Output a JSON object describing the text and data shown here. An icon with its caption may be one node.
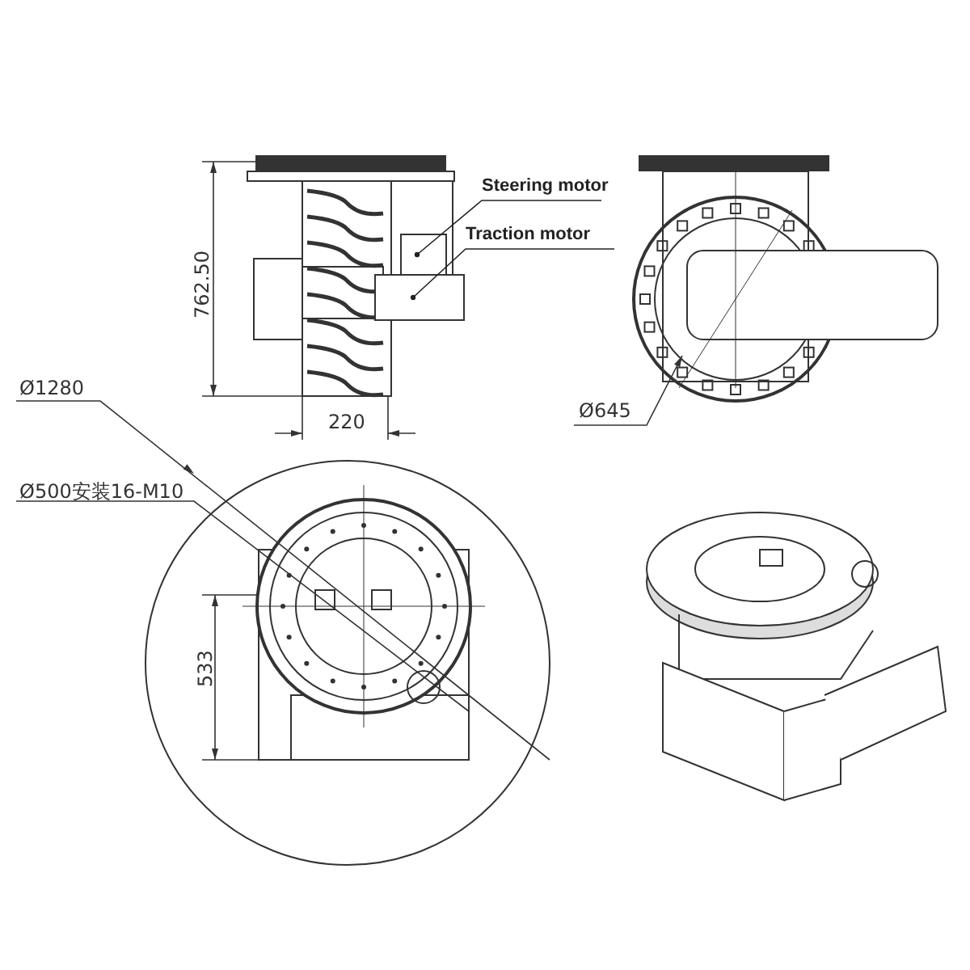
{
  "diagram": {
    "nodes": [
      {
        "text": [
          "Steering motor"
        ]
      },
      {
        "text": [
          "Traction motor"
        ]
      },
      {
        "text": [],
        "shape": "box"
      },
      {
        "text": [],
        "shape": "box"
      }
    ],
    "edges": [
      {
        "from": 0,
        "to": 2,
        "arrow": "other"
      },
      {
        "from": 1,
        "to": 3,
        "arrow": "other"
      }
    ],
    "labels": [
      "762.50",
      "220",
      "Ø1280",
      "Ø500安装16-M10",
      "Ø645",
      "533"
    ]
  }
}
